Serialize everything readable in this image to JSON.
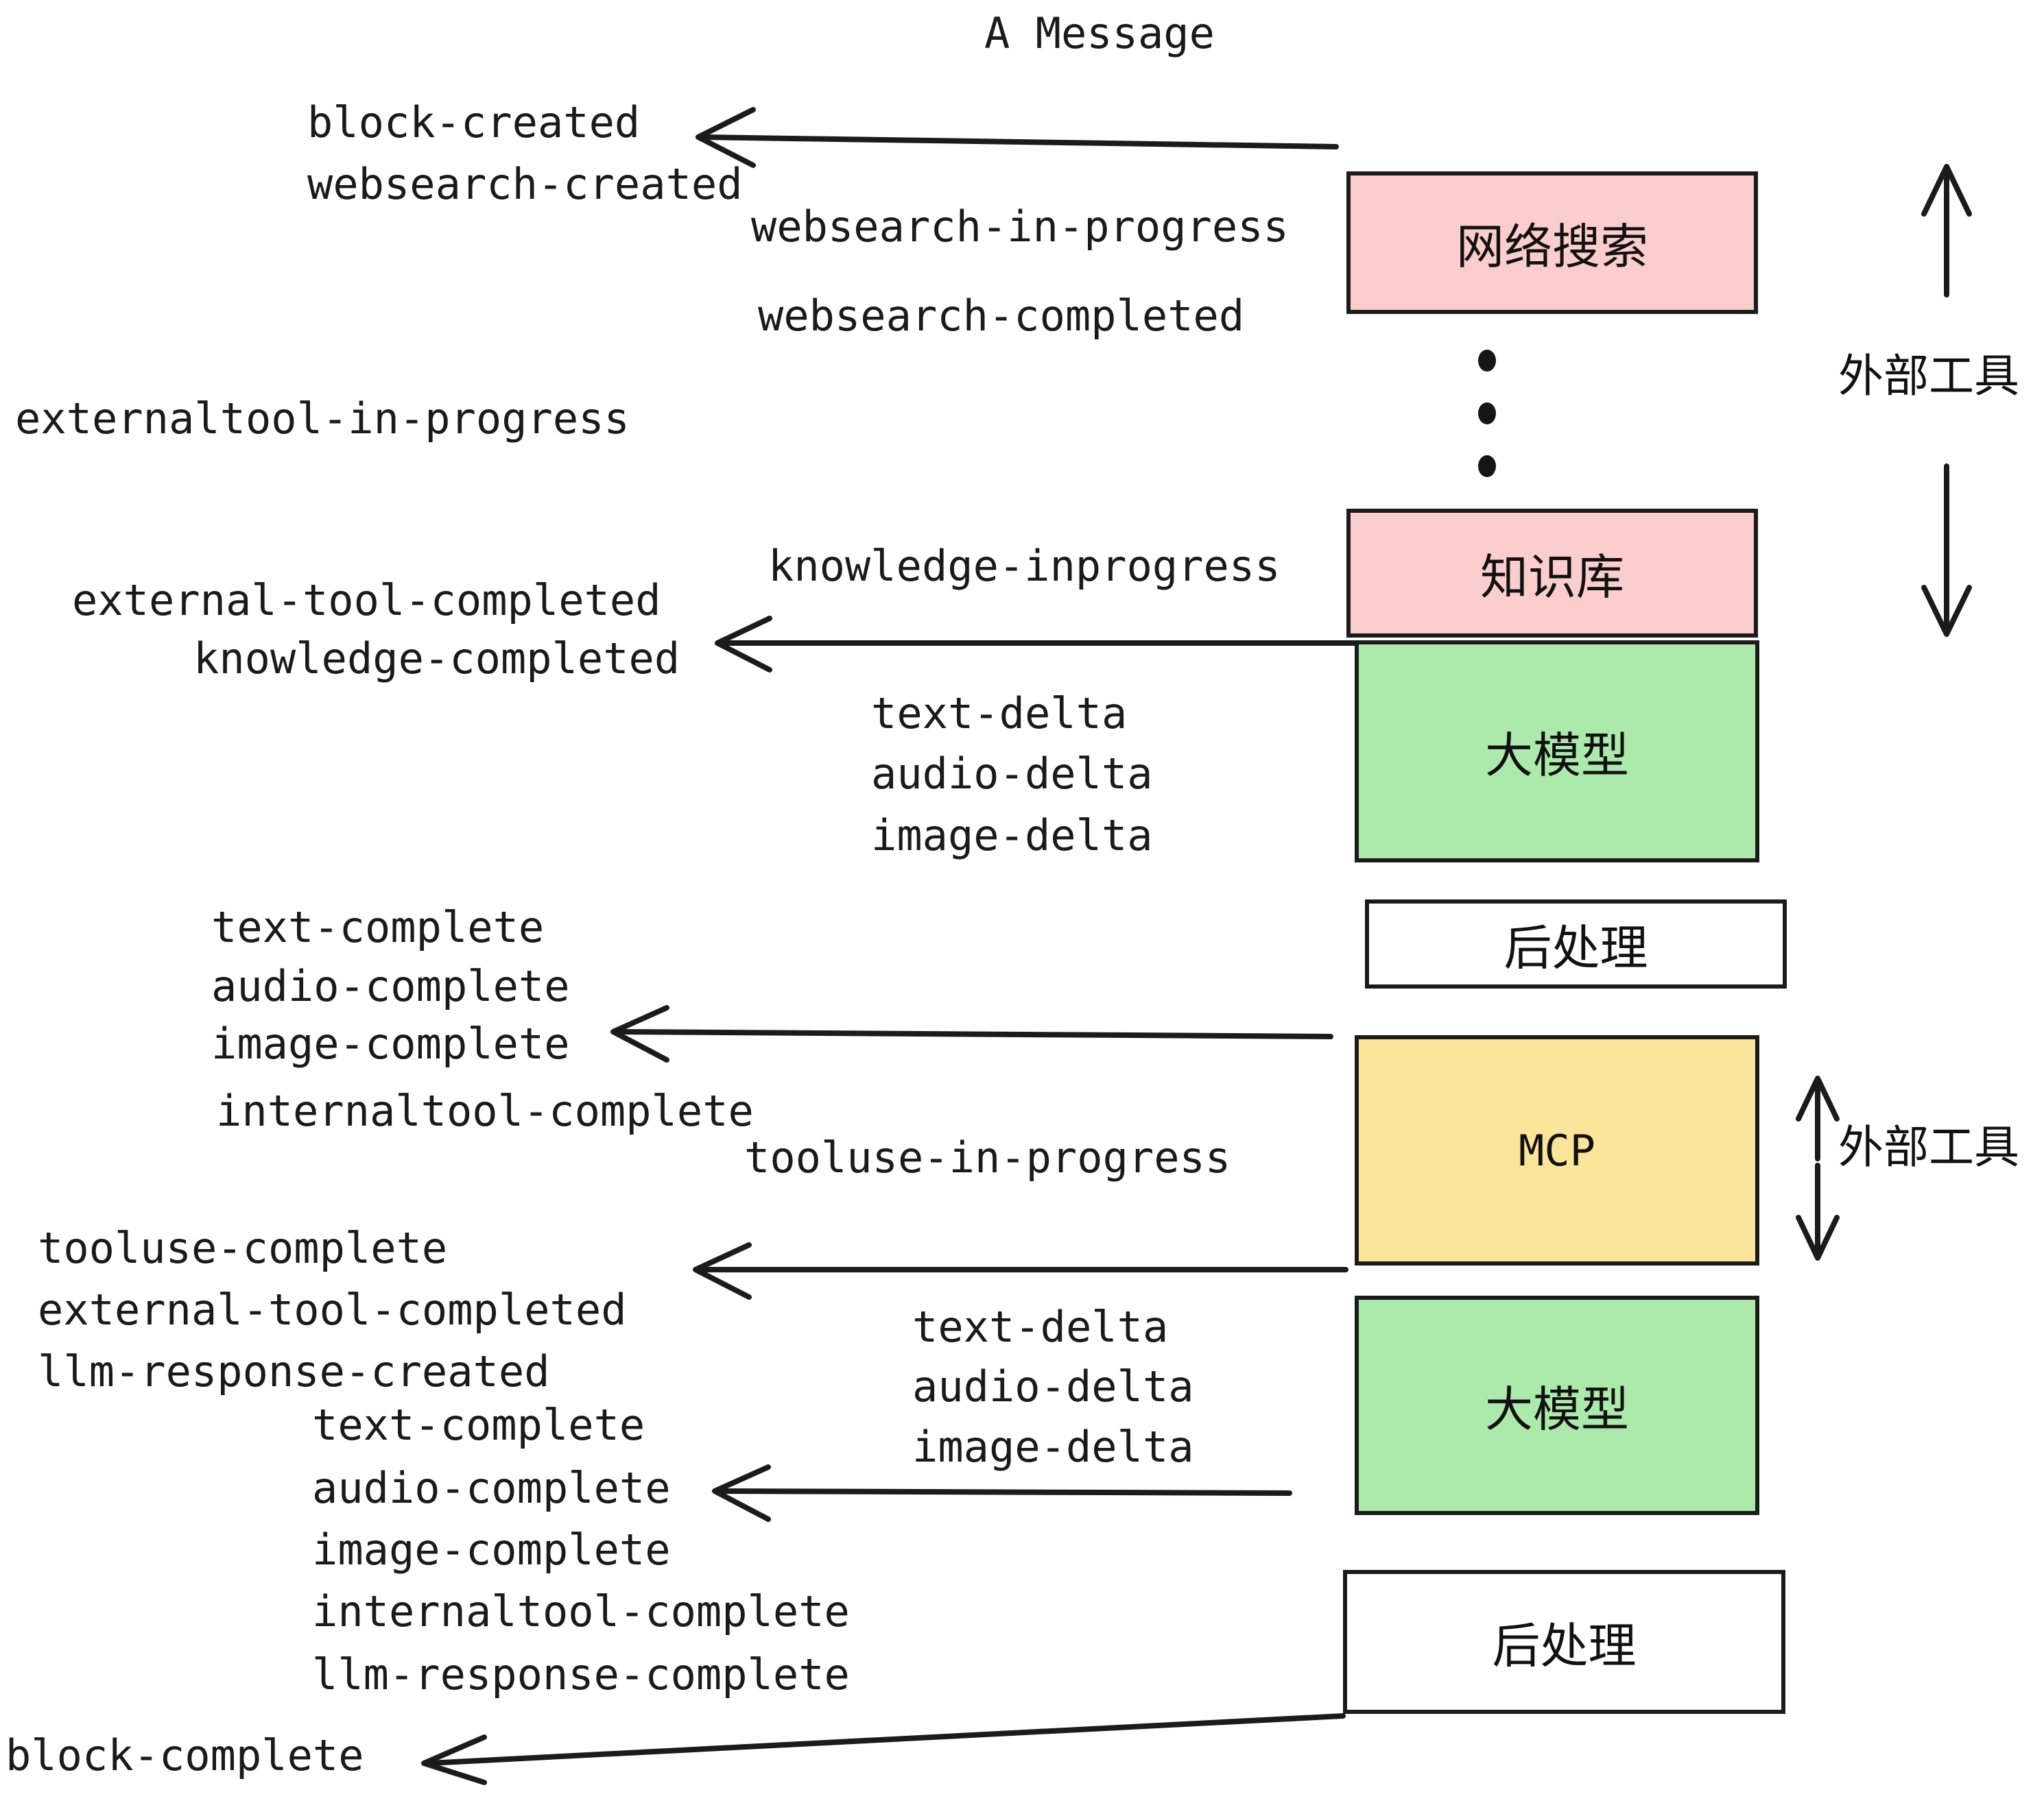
{
  "title": "A Message",
  "boxes": [
    {
      "id": "websearch",
      "label": "网络搜索",
      "color": "#fbcdcd"
    },
    {
      "id": "knowledge",
      "label": "知识库",
      "color": "#fbcdcd"
    },
    {
      "id": "llm-1",
      "label": "大模型",
      "color": "#abeaab"
    },
    {
      "id": "postprocess-1",
      "label": "后处理",
      "color": "#ffffff"
    },
    {
      "id": "mcp",
      "label": "MCP",
      "color": "#fbe59a"
    },
    {
      "id": "llm-2",
      "label": "大模型",
      "color": "#abeaab"
    },
    {
      "id": "postprocess-2",
      "label": "后处理",
      "color": "#ffffff"
    }
  ],
  "side_labels": [
    {
      "id": "external-tool-top",
      "label": "外部工具"
    },
    {
      "id": "external-tool-bottom",
      "label": "外部工具"
    }
  ],
  "events": {
    "block_created": "block-created",
    "websearch_created": "websearch-created",
    "websearch_in_progress": "websearch-in-progress",
    "websearch_completed": "websearch-completed",
    "externaltool_in_progress": "externaltool-in-progress",
    "knowledge_inprogress": "knowledge-inprogress",
    "external_tool_completed_1": "external-tool-completed",
    "knowledge_completed": "knowledge-completed",
    "text_delta_1": "text-delta",
    "audio_delta_1": "audio-delta",
    "image_delta_1": "image-delta",
    "text_complete_1": "text-complete",
    "audio_complete_1": "audio-complete",
    "image_complete_1": "image-complete",
    "internaltool_complete_1": "internaltool-complete",
    "tooluse_in_progress": "tooluse-in-progress",
    "tooluse_complete": "tooluse-complete",
    "external_tool_completed_2": "external-tool-completed",
    "llm_response_created": "llm-response-created",
    "text_delta_2": "text-delta",
    "audio_delta_2": "audio-delta",
    "image_delta_2": "image-delta",
    "text_complete_2": "text-complete",
    "audio_complete_2": "audio-complete",
    "image_complete_2": "image-complete",
    "internaltool_complete_2": "internaltool-complete",
    "llm_response_complete": "llm-response-complete",
    "block_complete": "block-complete"
  },
  "colors": {
    "pink": "#fbcdcd",
    "green": "#abeaab",
    "yellow": "#fbe59a",
    "white": "#ffffff",
    "stroke": "#1b1b1b",
    "text": "#1a1a1a"
  }
}
